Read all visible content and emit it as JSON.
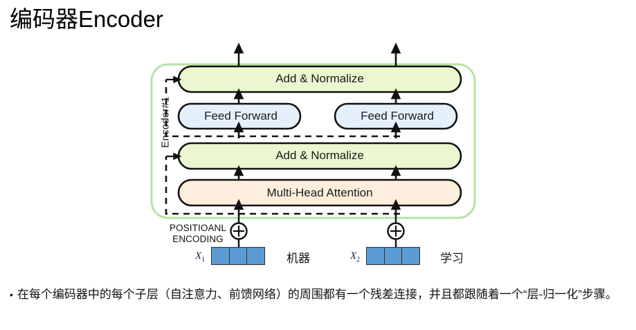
{
  "slide": {
    "title": "编码器Encoder",
    "background_color": "#ffffff"
  },
  "diagram": {
    "encoder_label": "Encoder#1",
    "container": {
      "name": "encoder-container",
      "stroke_color": "#b6e2a2",
      "fill_color": "#ffffff"
    },
    "blocks": [
      {
        "id": "add-norm-top",
        "label": "Add & Normalize",
        "fill_color": "#eaf7d0",
        "stroke_color": "#111111"
      },
      {
        "id": "feed-forward-left",
        "label": "Feed Forward",
        "fill_color": "#e4f0fb",
        "stroke_color": "#111111"
      },
      {
        "id": "feed-forward-right",
        "label": "Feed Forward",
        "fill_color": "#e4f0fb",
        "stroke_color": "#111111"
      },
      {
        "id": "add-norm-bottom",
        "label": "Add & Normalize",
        "fill_color": "#eaf7d0",
        "stroke_color": "#111111"
      },
      {
        "id": "multi-head-attention",
        "label": "Multi-Head Attention",
        "fill_color": "#fdeedd",
        "stroke_color": "#111111"
      }
    ],
    "positional_encoding": {
      "line1": "POSITIOANL",
      "line2": "ENCODING",
      "operator_symbol": "+"
    },
    "tokens": [
      {
        "x_label": "X",
        "x_subscript": "1",
        "word": "机器",
        "embedding_cells": 3,
        "embedding_color": "#5b9bd5"
      },
      {
        "x_label": "X",
        "x_subscript": "2",
        "word": "学习",
        "embedding_cells": 3,
        "embedding_color": "#5b9bd5"
      }
    ]
  },
  "bullet": {
    "marker": "•",
    "text": "在每个编码器中的每个子层（自注意力、前馈网络）的周围都有一个残差连接，并且都跟随着一个“层-归一化”步骤。"
  }
}
